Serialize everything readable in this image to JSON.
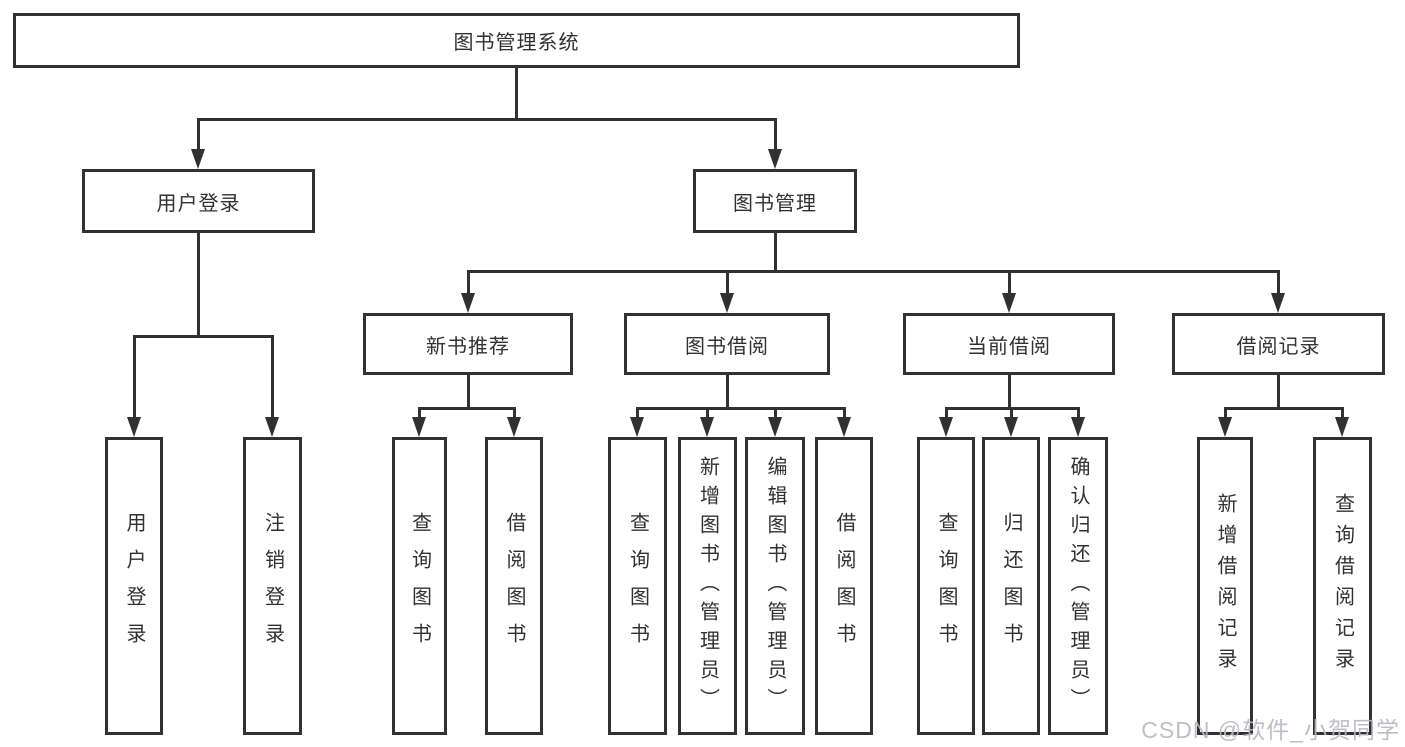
{
  "diagram": {
    "type": "hierarchy-tree",
    "title": "图书管理系统"
  },
  "nodes": {
    "root": {
      "id": "library-management-system",
      "label": "图书管理系统"
    },
    "level2": [
      {
        "id": "user-login",
        "label": "用户登录",
        "parent": "library-management-system"
      },
      {
        "id": "book-management",
        "label": "图书管理",
        "parent": "library-management-system"
      }
    ],
    "level3": [
      {
        "id": "new-book-recommendation",
        "label": "新书推荐",
        "parent": "book-management"
      },
      {
        "id": "book-borrowing",
        "label": "图书借阅",
        "parent": "book-management"
      },
      {
        "id": "current-borrowing",
        "label": "当前借阅",
        "parent": "book-management"
      },
      {
        "id": "borrowing-records",
        "label": "借阅记录",
        "parent": "book-management"
      }
    ],
    "leaves": [
      {
        "id": "leaf-user-login",
        "label": "用户登录",
        "parent": "user-login"
      },
      {
        "id": "leaf-logout",
        "label": "注销登录",
        "parent": "user-login"
      },
      {
        "id": "leaf-query-books-recommend",
        "label": "查询图书",
        "parent": "new-book-recommendation"
      },
      {
        "id": "leaf-borrow-books-recommend",
        "label": "借阅图书",
        "parent": "new-book-recommendation"
      },
      {
        "id": "leaf-query-books-borrow",
        "label": "查询图书",
        "parent": "book-borrowing"
      },
      {
        "id": "leaf-add-book-admin",
        "label": "新增图书（管理员）",
        "parent": "book-borrowing"
      },
      {
        "id": "leaf-edit-book-admin",
        "label": "编辑图书（管理员）",
        "parent": "book-borrowing"
      },
      {
        "id": "leaf-borrow-books",
        "label": "借阅图书",
        "parent": "book-borrowing"
      },
      {
        "id": "leaf-query-books-current",
        "label": "查询图书",
        "parent": "current-borrowing"
      },
      {
        "id": "leaf-return-books",
        "label": "归还图书",
        "parent": "current-borrowing"
      },
      {
        "id": "leaf-confirm-return-admin",
        "label": "确认归还（管理员）",
        "parent": "current-borrowing"
      },
      {
        "id": "leaf-add-borrow-record",
        "label": "新增借阅记录",
        "parent": "borrowing-records"
      },
      {
        "id": "leaf-query-borrow-record",
        "label": "查询借阅记录",
        "parent": "borrowing-records"
      }
    ]
  },
  "icons": {
    "connector_arrow": "triangle-down"
  },
  "colors": {
    "background": "#ffffff",
    "line": "#313131",
    "box_border": "#313131",
    "text": "#313131",
    "watermark": "#b8bac1"
  },
  "watermark": {
    "text": "CSDN @软件_小贺同学"
  }
}
